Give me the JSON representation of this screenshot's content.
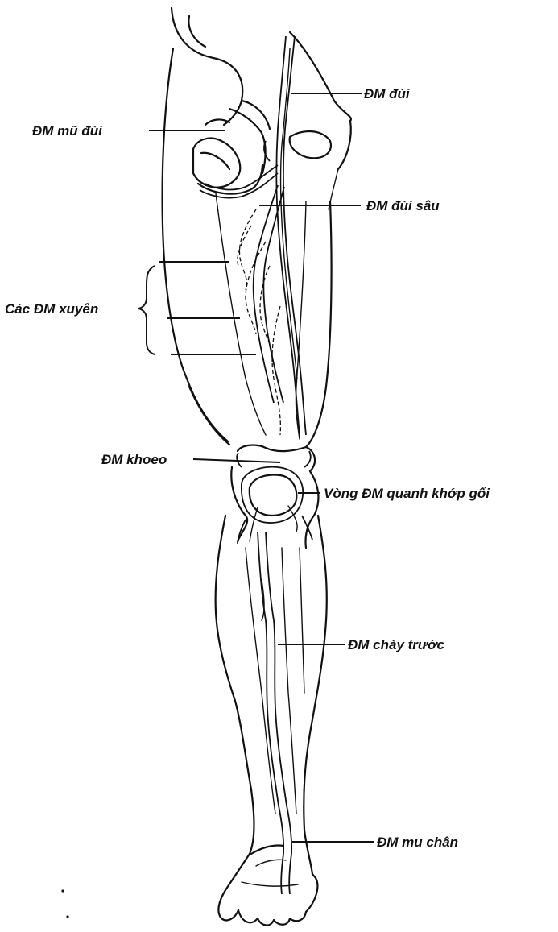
{
  "labels": {
    "dm_dui": "ĐM đùi",
    "dm_mu_dui": "ĐM mũ đùi",
    "dm_dui_sau": "ĐM đùi sâu",
    "cac_dm_xuyen": "Các ĐM xuyên",
    "dm_khoeo": "ĐM khoeo",
    "vong_dm": "Vòng ĐM quanh khớp gối",
    "dm_chay_truoc": "ĐM chày trước",
    "dm_mu_chan": "ĐM mu chân"
  },
  "colors": {
    "ink": "#111111",
    "paper": "#ffffff"
  }
}
